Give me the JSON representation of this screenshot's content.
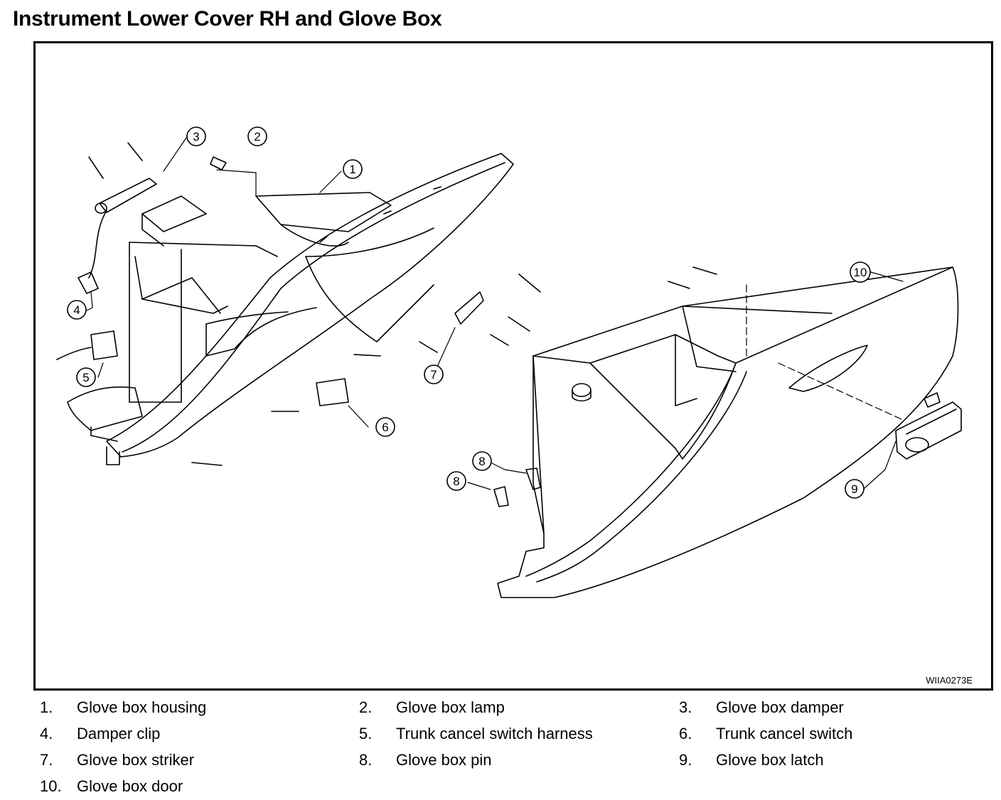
{
  "page": {
    "title": "Instrument Lower Cover RH and Glove Box",
    "figure_code": "WIIA0273E"
  },
  "callouts": [
    "1",
    "2",
    "3",
    "4",
    "5",
    "6",
    "7",
    "8",
    "8",
    "9",
    "10"
  ],
  "legend": [
    {
      "num": "1.",
      "label": "Glove box housing"
    },
    {
      "num": "2.",
      "label": "Glove box lamp"
    },
    {
      "num": "3.",
      "label": "Glove box damper"
    },
    {
      "num": "4.",
      "label": "Damper clip"
    },
    {
      "num": "5.",
      "label": "Trunk cancel switch harness"
    },
    {
      "num": "6.",
      "label": "Trunk cancel switch"
    },
    {
      "num": "7.",
      "label": "Glove box striker"
    },
    {
      "num": "8.",
      "label": "Glove box pin"
    },
    {
      "num": "9.",
      "label": "Glove box latch"
    },
    {
      "num": "10.",
      "label": "Glove box door"
    }
  ]
}
